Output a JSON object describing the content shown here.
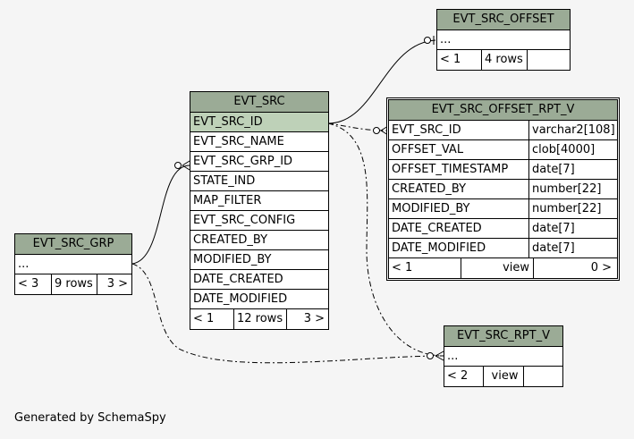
{
  "tables": {
    "evt_src_offset": {
      "name": "EVT_SRC_OFFSET",
      "rows": [
        "..."
      ],
      "footer": [
        "< 1",
        "4 rows",
        ""
      ]
    },
    "evt_src": {
      "name": "EVT_SRC",
      "rows": [
        "EVT_SRC_ID",
        "EVT_SRC_NAME",
        "EVT_SRC_GRP_ID",
        "STATE_IND",
        "MAP_FILTER",
        "EVT_SRC_CONFIG",
        "CREATED_BY",
        "MODIFIED_BY",
        "DATE_CREATED",
        "DATE_MODIFIED"
      ],
      "footer": [
        "< 1",
        "12 rows",
        "3 >"
      ]
    },
    "evt_src_offset_rpt_v": {
      "name": "EVT_SRC_OFFSET_RPT_V",
      "rows": [
        {
          "name": "EVT_SRC_ID",
          "type": "varchar2[108]"
        },
        {
          "name": "OFFSET_VAL",
          "type": "clob[4000]"
        },
        {
          "name": "OFFSET_TIMESTAMP",
          "type": "date[7]"
        },
        {
          "name": "CREATED_BY",
          "type": "number[22]"
        },
        {
          "name": "MODIFIED_BY",
          "type": "number[22]"
        },
        {
          "name": "DATE_CREATED",
          "type": "date[7]"
        },
        {
          "name": "DATE_MODIFIED",
          "type": "date[7]"
        }
      ],
      "footer": [
        "< 1",
        "view",
        "0 >"
      ]
    },
    "evt_src_grp": {
      "name": "EVT_SRC_GRP",
      "rows": [
        "..."
      ],
      "footer": [
        "< 3",
        "9 rows",
        "3 >"
      ]
    },
    "evt_src_rpt_v": {
      "name": "EVT_SRC_RPT_V",
      "rows": [
        "..."
      ],
      "footer": [
        "< 2",
        "view",
        ""
      ]
    }
  },
  "credit": "Generated by SchemaSpy"
}
